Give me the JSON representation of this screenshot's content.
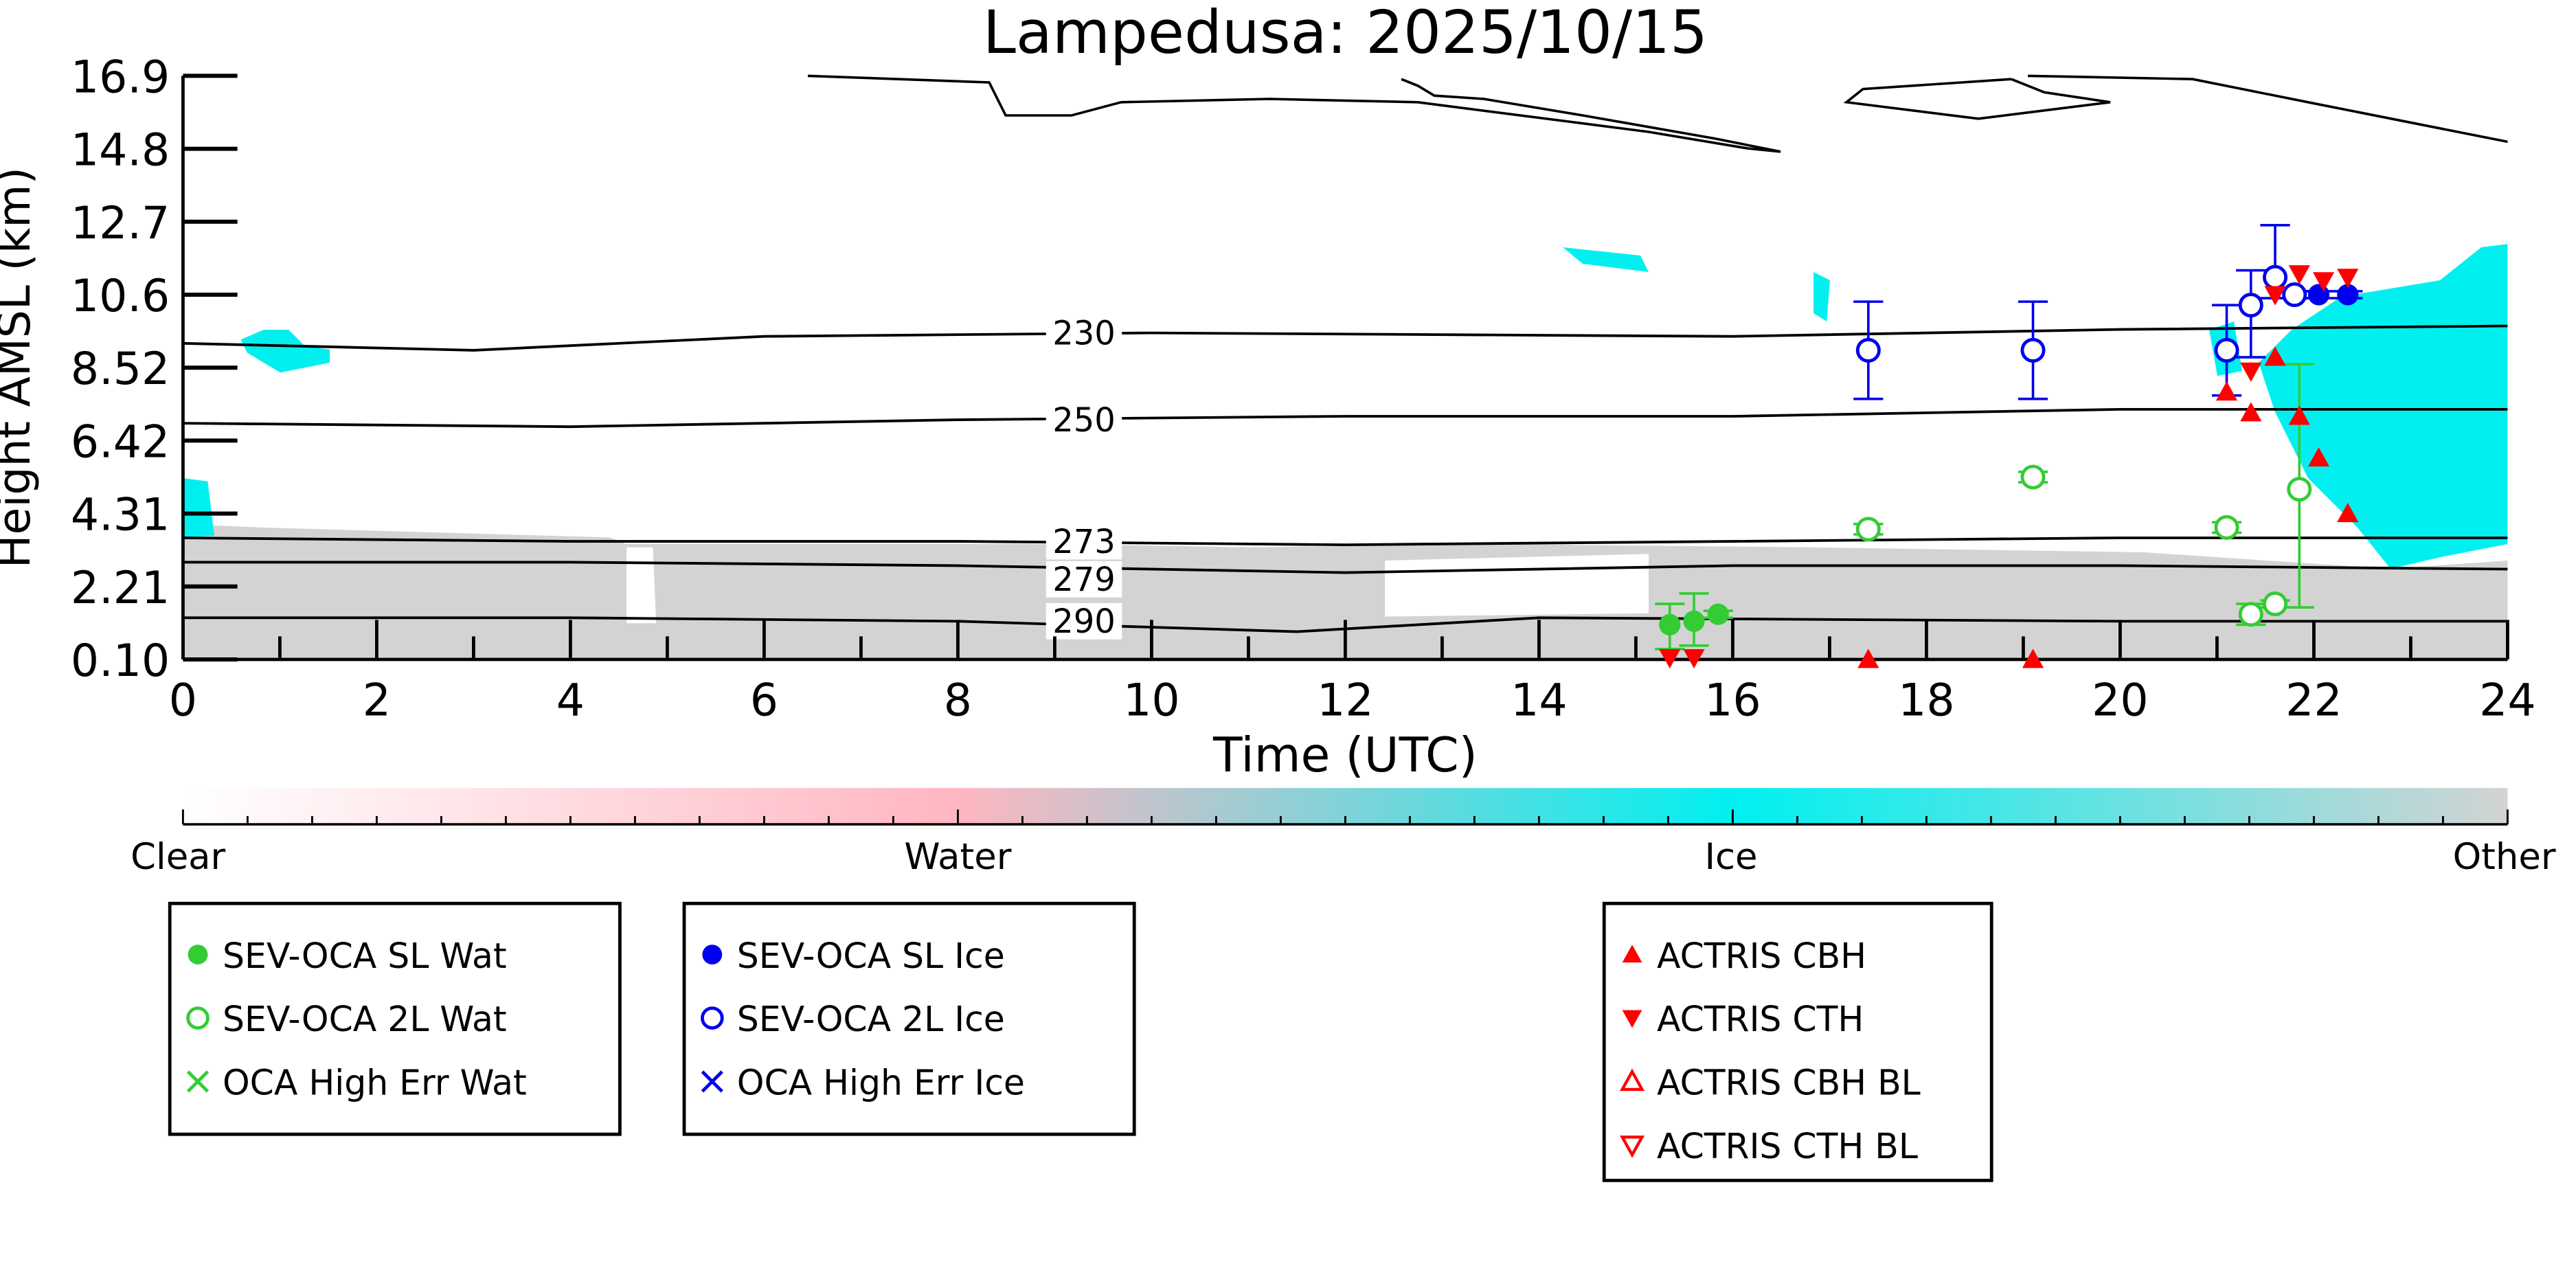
{
  "chart_data": {
    "type": "scatter",
    "title": "Lampedusa: 2025/10/15",
    "xlabel": "Time (UTC)",
    "ylabel": "Height AMSL (km)",
    "xlim": [
      0,
      24
    ],
    "ylim": [
      0.1,
      16.9
    ],
    "xticks": [
      "0",
      "2",
      "4",
      "6",
      "8",
      "10",
      "12",
      "14",
      "16",
      "18",
      "20",
      "22",
      "24"
    ],
    "yticks": [
      "0.10",
      "2.21",
      "4.31",
      "6.42",
      "8.52",
      "10.6",
      "12.7",
      "14.8",
      "16.9"
    ],
    "isotherms": [
      {
        "label": "230",
        "points": [
          [
            0,
            9.2
          ],
          [
            3,
            9.0
          ],
          [
            6,
            9.4
          ],
          [
            10,
            9.5
          ],
          [
            16,
            9.4
          ],
          [
            20,
            9.6
          ],
          [
            24,
            9.7
          ]
        ]
      },
      {
        "label": "250",
        "points": [
          [
            0,
            6.9
          ],
          [
            4,
            6.8
          ],
          [
            8,
            7.0
          ],
          [
            12,
            7.1
          ],
          [
            16,
            7.1
          ],
          [
            20,
            7.3
          ],
          [
            24,
            7.3
          ]
        ]
      },
      {
        "label": "273",
        "points": [
          [
            0,
            3.6
          ],
          [
            4,
            3.5
          ],
          [
            8,
            3.5
          ],
          [
            12,
            3.4
          ],
          [
            16,
            3.5
          ],
          [
            20,
            3.6
          ],
          [
            24,
            3.6
          ]
        ]
      },
      {
        "label": "279",
        "points": [
          [
            0,
            2.9
          ],
          [
            4,
            2.9
          ],
          [
            8,
            2.8
          ],
          [
            12,
            2.6
          ],
          [
            16,
            2.8
          ],
          [
            20,
            2.8
          ],
          [
            24,
            2.7
          ]
        ]
      },
      {
        "label": "290",
        "points": [
          [
            0,
            1.3
          ],
          [
            4,
            1.3
          ],
          [
            8,
            1.2
          ],
          [
            11.5,
            0.9
          ],
          [
            14,
            1.3
          ],
          [
            20,
            1.2
          ],
          [
            24,
            1.2
          ]
        ]
      }
    ],
    "colorbar": {
      "labels": [
        "Clear",
        "Water",
        "Ice",
        "Other"
      ],
      "colors": [
        "#ffffff",
        "#ffb6c1",
        "#00f0f0",
        "#d3d3d3"
      ]
    },
    "series": [
      {
        "name": "SEV-OCA SL Wat",
        "color": "#33cc33",
        "marker": "filled-circle",
        "points": [
          [
            15.35,
            1.1,
            0.4,
            1.7
          ],
          [
            15.6,
            1.2,
            0.5,
            2.0
          ],
          [
            15.85,
            1.4,
            1.3,
            1.5
          ]
        ]
      },
      {
        "name": "SEV-OCA 2L Wat",
        "color": "#33cc33",
        "marker": "open-circle",
        "points": [
          [
            17.4,
            3.85,
            3.7,
            4.0
          ],
          [
            19.1,
            5.35,
            5.2,
            5.5
          ],
          [
            21.1,
            3.9,
            3.75,
            4.05
          ],
          [
            21.35,
            1.4,
            1.1,
            1.7
          ],
          [
            21.6,
            1.7,
            1.6,
            1.8
          ],
          [
            21.85,
            5.0,
            1.6,
            8.6
          ]
        ]
      },
      {
        "name": "OCA High Err Wat",
        "color": "#33cc33",
        "marker": "x",
        "points": []
      },
      {
        "name": "SEV-OCA SL Ice",
        "color": "#0000ee",
        "marker": "filled-circle",
        "points": [
          [
            22.05,
            10.6,
            10.5,
            10.7
          ],
          [
            22.35,
            10.6,
            10.5,
            10.7
          ]
        ]
      },
      {
        "name": "SEV-OCA 2L Ice",
        "color": "#0000ee",
        "marker": "open-circle",
        "points": [
          [
            17.4,
            9.0,
            7.6,
            10.4
          ],
          [
            19.1,
            9.0,
            7.6,
            10.4
          ],
          [
            21.1,
            9.0,
            7.7,
            10.3
          ],
          [
            21.35,
            10.3,
            8.8,
            11.3
          ],
          [
            21.6,
            11.1,
            10.5,
            12.6
          ],
          [
            21.8,
            10.6,
            10.5,
            10.7
          ]
        ]
      },
      {
        "name": "OCA High Err Ice",
        "color": "#0000ee",
        "marker": "x",
        "points": []
      },
      {
        "name": "ACTRIS CBH",
        "color": "#ff0000",
        "marker": "triangle-up",
        "points": [
          [
            21.1,
            7.8
          ],
          [
            21.35,
            7.2
          ],
          [
            21.6,
            8.8
          ],
          [
            21.85,
            7.1
          ],
          [
            22.05,
            5.9
          ],
          [
            22.35,
            4.3
          ],
          [
            17.4,
            0.1
          ],
          [
            19.1,
            0.1
          ]
        ]
      },
      {
        "name": "ACTRIS CTH",
        "color": "#ff0000",
        "marker": "triangle-down",
        "points": [
          [
            21.35,
            8.4
          ],
          [
            21.6,
            10.6
          ],
          [
            21.85,
            11.2
          ],
          [
            22.1,
            11.0
          ],
          [
            22.35,
            11.1
          ],
          [
            15.35,
            0.15
          ],
          [
            15.6,
            0.15
          ]
        ]
      },
      {
        "name": "ACTRIS CBH BL",
        "color": "#ff0000",
        "marker": "open-triangle-up",
        "points": []
      },
      {
        "name": "ACTRIS CTH BL",
        "color": "#ff0000",
        "marker": "open-triangle-down",
        "points": []
      }
    ]
  }
}
